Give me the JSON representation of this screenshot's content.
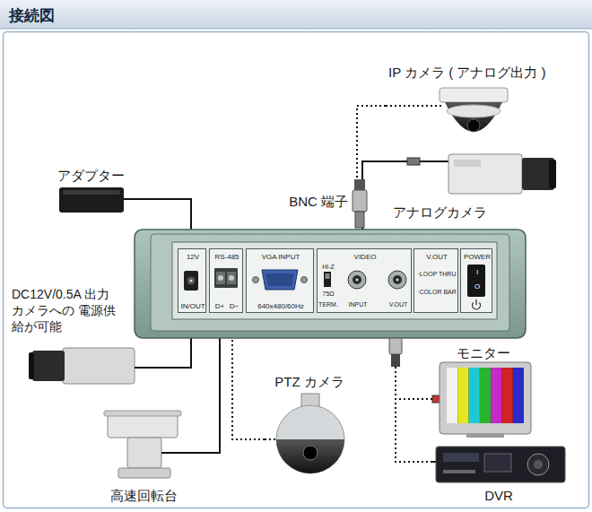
{
  "diagram": {
    "title": "接続図",
    "nodes": [
      {
        "text": [
          "IP カメラ ( アナログ出力 )"
        ]
      },
      {
        "text": [
          "アダプター"
        ]
      },
      {
        "text": [
          "アナログカメラ"
        ]
      },
      {
        "text": [
          "12V",
          "IN/OUT"
        ]
      },
      {
        "text": [
          "RS-485",
          "D+",
          "D−"
        ]
      },
      {
        "text": [
          "VGA INPUT",
          "640x480/60Hz"
        ]
      },
      {
        "text": [
          "VIDEO",
          "HI-Z",
          "75Ω",
          "TERM.",
          "INPUT",
          "V.OUT"
        ]
      },
      {
        "text": [
          "V.OUT",
          "·LOOP THRU",
          "·COLOR BAR"
        ]
      },
      {
        "text": [
          "POWER",
          "I",
          "O"
        ]
      },
      {
        "text": [
          "DC12V/0.5A 出力 カメラへの 電源供給が可能"
        ]
      },
      {
        "text": [
          "モニター"
        ]
      },
      {
        "text": [
          "PTZ カメラ"
        ]
      },
      {
        "text": [
          "高速回転台"
        ]
      },
      {
        "text": [
          "DVR"
        ]
      }
    ],
    "edges": [
      {
        "from": 1,
        "to": 3,
        "arrow": "none"
      },
      {
        "from": 3,
        "to": 9,
        "arrow": "none"
      },
      {
        "from": 0,
        "to": 6,
        "arrow": "none"
      },
      {
        "from": 2,
        "to": 6,
        "arrow": "none"
      },
      {
        "from": 4,
        "to": 11,
        "arrow": "none"
      },
      {
        "from": 4,
        "to": 12,
        "arrow": "none"
      },
      {
        "from": 6,
        "to": 10,
        "arrow": "none"
      },
      {
        "from": 6,
        "to": 13,
        "arrow": "none"
      }
    ],
    "labels": [
      "BNC 端子"
    ]
  }
}
